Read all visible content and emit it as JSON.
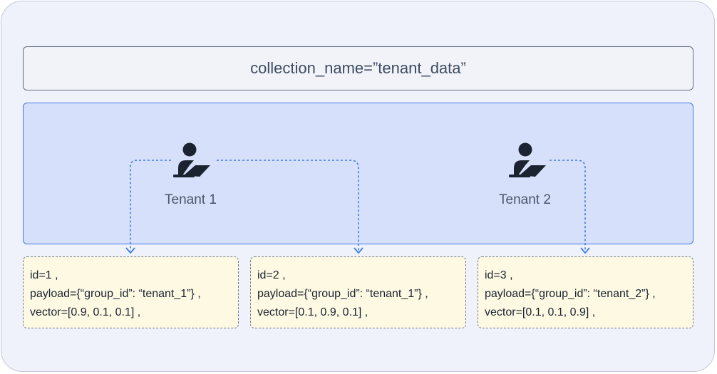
{
  "collection": {
    "label": "collection_name=”tenant_data”"
  },
  "tenants": [
    {
      "name": "Tenant 1",
      "icon": "user-laptop-icon"
    },
    {
      "name": "Tenant 2",
      "icon": "user-laptop-icon"
    }
  ],
  "points": [
    {
      "id": "id=1 ,",
      "payload": "payload={“group_id”: “tenant_1”} ,",
      "vector": "vector=[0.9, 0.1, 0.1] ,"
    },
    {
      "id": "id=2 ,",
      "payload": "payload={“group_id”: “tenant_1”} ,",
      "vector": "vector=[0.1, 0.9, 0.1] ,"
    },
    {
      "id": "id=3 ,",
      "payload": "payload={“group_id”: “tenant_2”} ,",
      "vector": "vector=[0.1, 0.1, 0.9] ,"
    }
  ],
  "colors": {
    "arrow": "#3f7ae0",
    "icon": "#1b2330",
    "tenant_area": "#d6e0fb",
    "point_card": "#fdf9e3"
  }
}
